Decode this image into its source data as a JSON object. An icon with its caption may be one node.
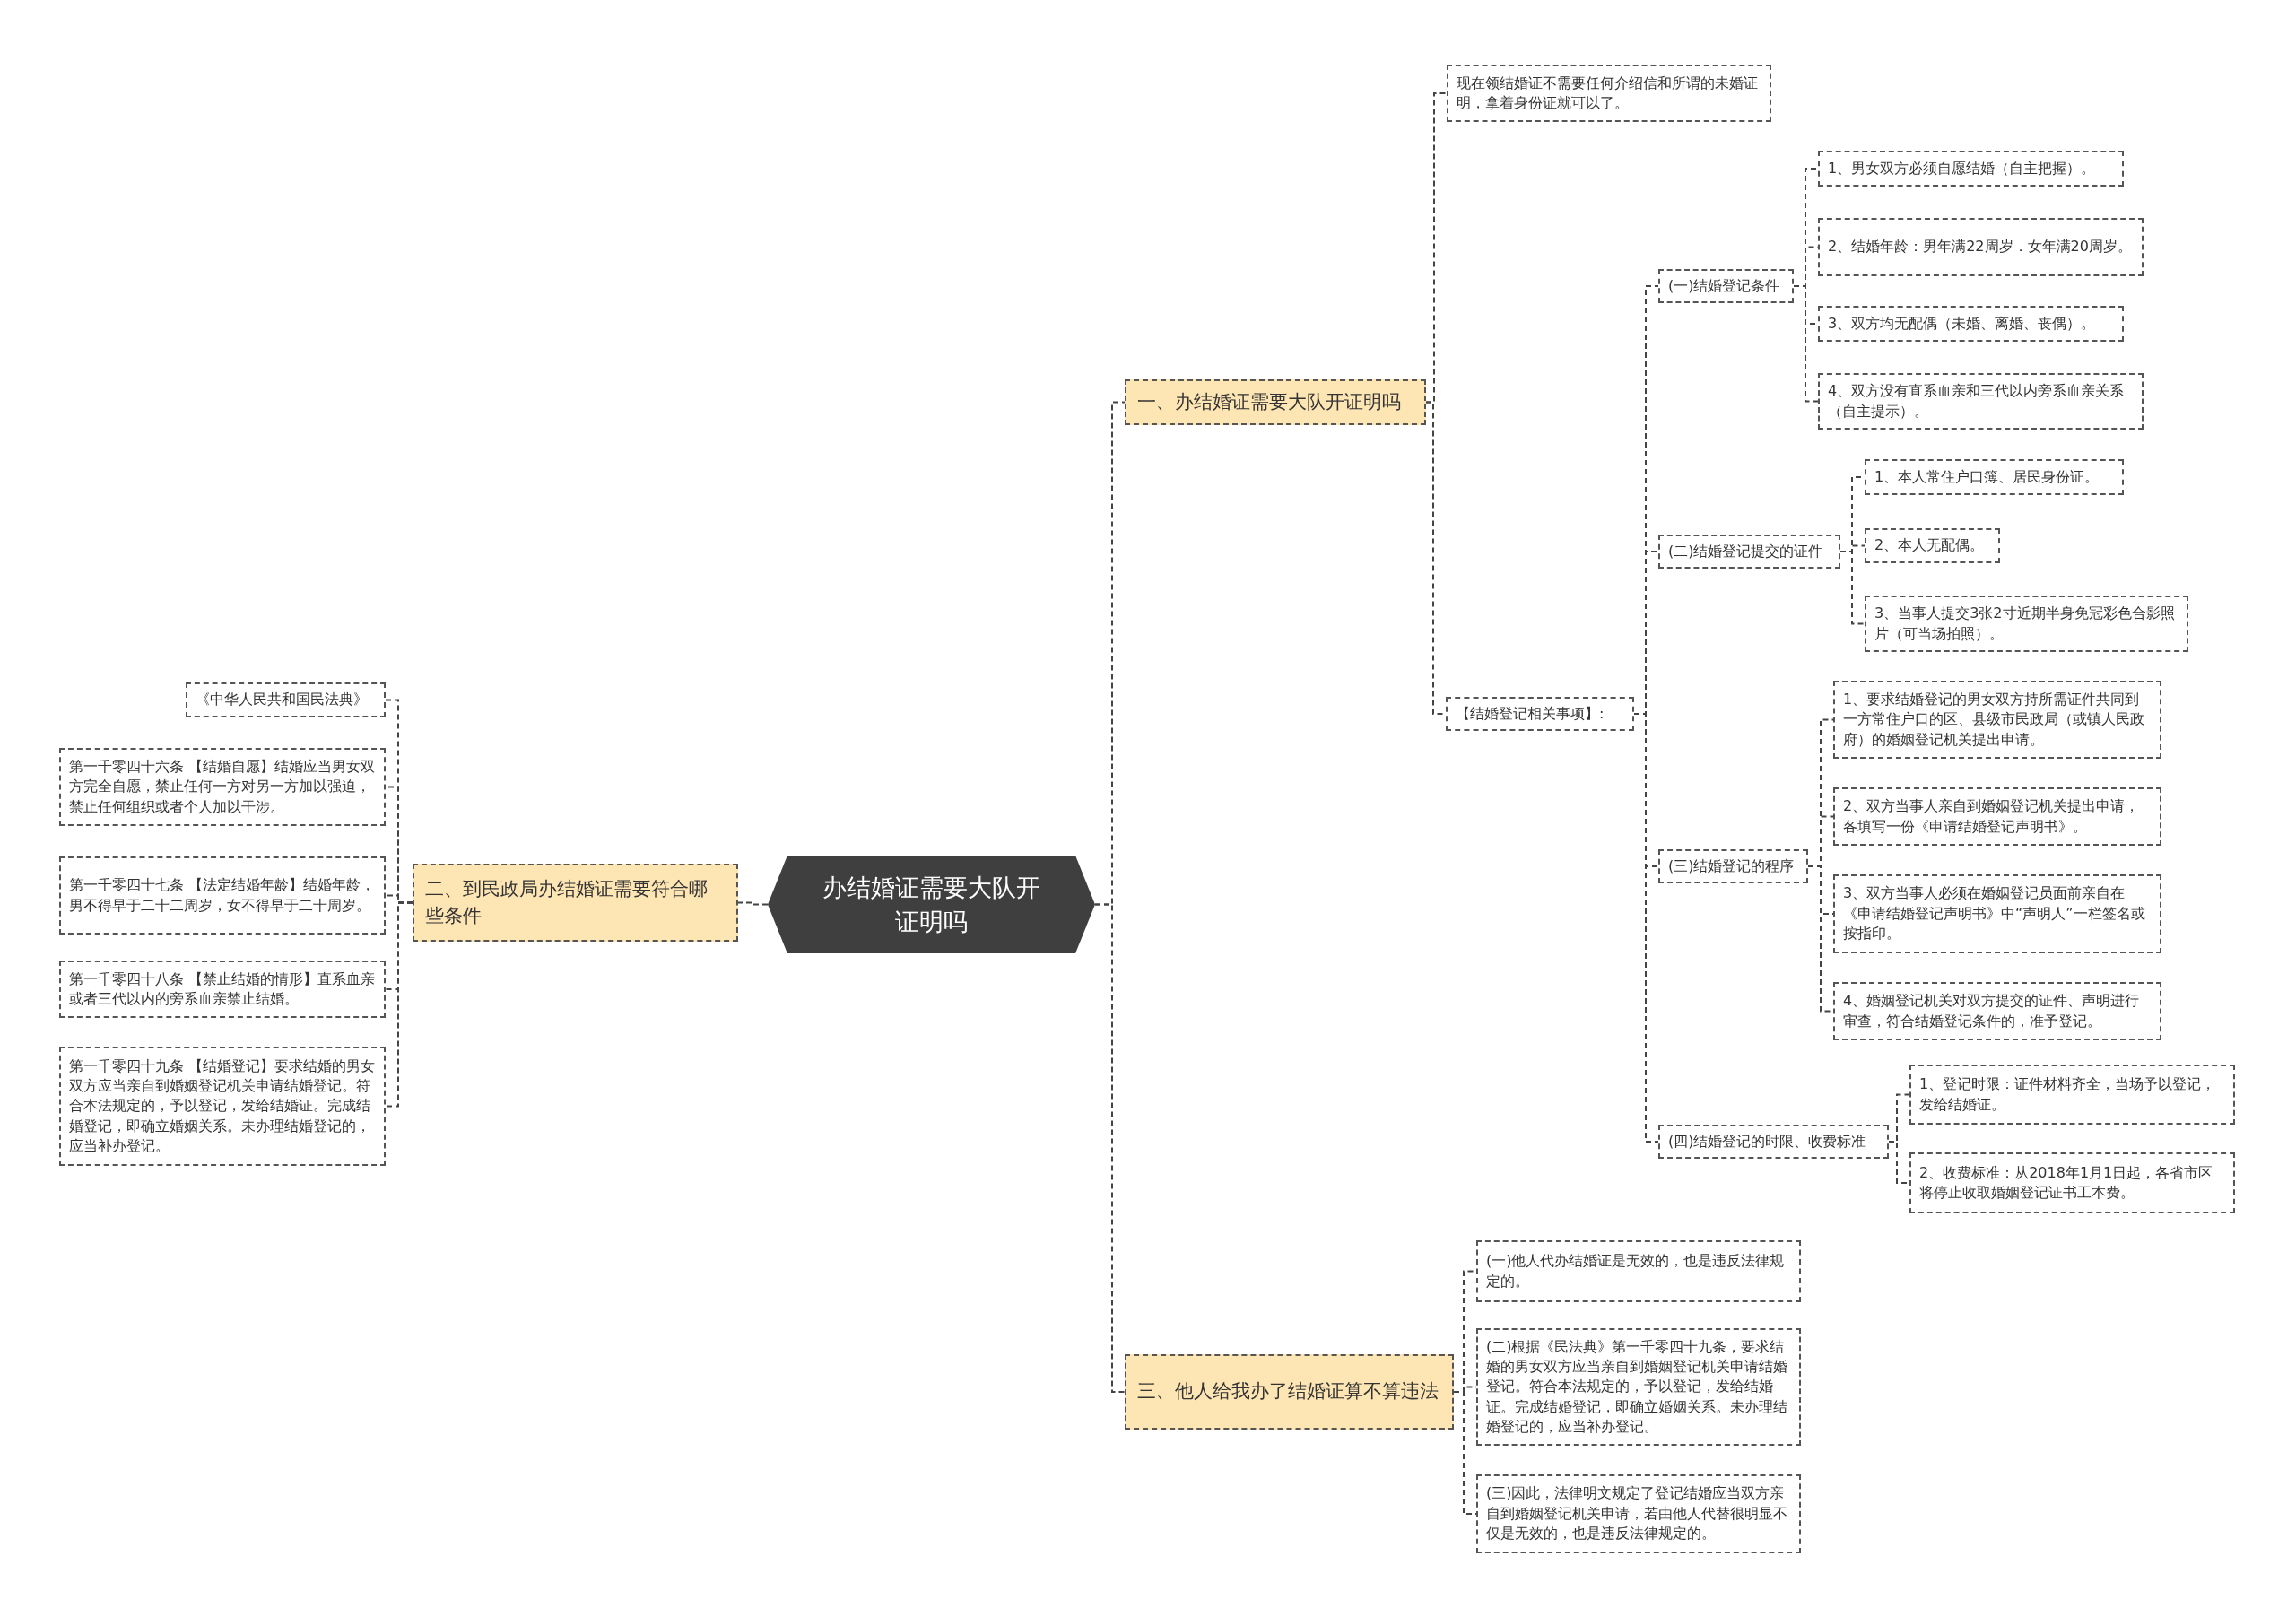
{
  "diagram": {
    "nodes": [
      {
        "text": [
          "办结婚证需要大队开证明吗"
        ]
      },
      {
        "text": [
          "一、办结婚证需要大队开证明吗"
        ]
      },
      {
        "text": [
          "现在领结婚证不需要任何介绍信和所谓的未婚证明，拿着身份证就可以了。"
        ]
      },
      {
        "text": [
          "【结婚登记相关事项】:"
        ]
      },
      {
        "text": [
          "(一)结婚登记条件"
        ]
      },
      {
        "text": [
          "1、男女双方必须自愿结婚（自主把握）。"
        ]
      },
      {
        "text": [
          "2、结婚年龄：男年满22周岁．女年满20周岁。"
        ]
      },
      {
        "text": [
          "3、双方均无配偶（未婚、离婚、丧偶）。"
        ]
      },
      {
        "text": [
          "4、双方没有直系血亲和三代以内旁系血亲关系（自主提示）。"
        ]
      },
      {
        "text": [
          "(二)结婚登记提交的证件"
        ]
      },
      {
        "text": [
          "1、本人常住户口簿、居民身份证。"
        ]
      },
      {
        "text": [
          "2、本人无配偶。"
        ]
      },
      {
        "text": [
          "3、当事人提交3张2寸近期半身免冠彩色合影照片（可当场拍照）。"
        ]
      },
      {
        "text": [
          "(三)结婚登记的程序"
        ]
      },
      {
        "text": [
          "1、要求结婚登记的男女双方持所需证件共同到一方常住户口的区、县级市民政局（或镇人民政府）的婚姻登记机关提出申请。"
        ]
      },
      {
        "text": [
          "2、双方当事人亲自到婚姻登记机关提出申请，各填写一份《申请结婚登记声明书》。"
        ]
      },
      {
        "text": [
          "3、双方当事人必须在婚姻登记员面前亲自在《申请结婚登记声明书》中“声明人”一栏签名或按指印。"
        ]
      },
      {
        "text": [
          "4、婚姻登记机关对双方提交的证件、声明进行审查，符合结婚登记条件的，准予登记。"
        ]
      },
      {
        "text": [
          "(四)结婚登记的时限、收费标准"
        ]
      },
      {
        "text": [
          "1、登记时限：证件材料齐全，当场予以登记，发给结婚证。"
        ]
      },
      {
        "text": [
          "2、收费标准：从2018年1月1日起，各省市区将停止收取婚姻登记证书工本费。"
        ]
      },
      {
        "text": [
          "二、到民政局办结婚证需要符合哪些条件"
        ]
      },
      {
        "text": [
          "《中华人民共和国民法典》"
        ]
      },
      {
        "text": [
          "第一千零四十六条 【结婚自愿】结婚应当男女双方完全自愿，禁止任何一方对另一方加以强迫，禁止任何组织或者个人加以干涉。"
        ]
      },
      {
        "text": [
          "第一千零四十七条 【法定结婚年龄】结婚年龄，男不得早于二十二周岁，女不得早于二十周岁。"
        ]
      },
      {
        "text": [
          "第一千零四十八条 【禁止结婚的情形】直系血亲或者三代以内的旁系血亲禁止结婚。"
        ]
      },
      {
        "text": [
          "第一千零四十九条 【结婚登记】要求结婚的男女双方应当亲自到婚姻登记机关申请结婚登记。符合本法规定的，予以登记，发给结婚证。完成结婚登记，即确立婚姻关系。未办理结婚登记的，应当补办登记。"
        ]
      },
      {
        "text": [
          "三、他人给我办了结婚证算不算违法"
        ]
      },
      {
        "text": [
          "(一)他人代办结婚证是无效的，也是违反法律规定的。"
        ]
      },
      {
        "text": [
          "(二)根据《民法典》第一千零四十九条，要求结婚的男女双方应当亲自到婚姻登记机关申请结婚登记。符合本法规定的，予以登记，发给结婚证。完成结婚登记，即确立婚姻关系。未办理结婚登记的，应当补办登记。"
        ]
      },
      {
        "text": [
          "(三)因此，法律明文规定了登记结婚应当双方亲自到婚姻登记机关申请，若由他人代替很明显不仅是无效的，也是违反法律规定的。"
        ]
      }
    ],
    "edges": [
      {
        "from": 0,
        "to": 1,
        "arrow": "none"
      },
      {
        "from": 0,
        "to": 21,
        "arrow": "none"
      },
      {
        "from": 0,
        "to": 27,
        "arrow": "none"
      },
      {
        "from": 1,
        "to": 2,
        "arrow": "none"
      },
      {
        "from": 1,
        "to": 3,
        "arrow": "none"
      },
      {
        "from": 3,
        "to": 4,
        "arrow": "none"
      },
      {
        "from": 3,
        "to": 9,
        "arrow": "none"
      },
      {
        "from": 3,
        "to": 13,
        "arrow": "none"
      },
      {
        "from": 3,
        "to": 18,
        "arrow": "none"
      },
      {
        "from": 4,
        "to": 5,
        "arrow": "none"
      },
      {
        "from": 4,
        "to": 6,
        "arrow": "none"
      },
      {
        "from": 4,
        "to": 7,
        "arrow": "none"
      },
      {
        "from": 4,
        "to": 8,
        "arrow": "none"
      },
      {
        "from": 9,
        "to": 10,
        "arrow": "none"
      },
      {
        "from": 9,
        "to": 11,
        "arrow": "none"
      },
      {
        "from": 9,
        "to": 12,
        "arrow": "none"
      },
      {
        "from": 13,
        "to": 14,
        "arrow": "none"
      },
      {
        "from": 13,
        "to": 15,
        "arrow": "none"
      },
      {
        "from": 13,
        "to": 16,
        "arrow": "none"
      },
      {
        "from": 13,
        "to": 17,
        "arrow": "none"
      },
      {
        "from": 18,
        "to": 19,
        "arrow": "none"
      },
      {
        "from": 18,
        "to": 20,
        "arrow": "none"
      },
      {
        "from": 21,
        "to": 22,
        "arrow": "none"
      },
      {
        "from": 21,
        "to": 23,
        "arrow": "none"
      },
      {
        "from": 21,
        "to": 24,
        "arrow": "none"
      },
      {
        "from": 21,
        "to": 25,
        "arrow": "none"
      },
      {
        "from": 21,
        "to": 26,
        "arrow": "none"
      },
      {
        "from": 27,
        "to": 28,
        "arrow": "none"
      },
      {
        "from": 27,
        "to": 29,
        "arrow": "none"
      },
      {
        "from": 27,
        "to": 30,
        "arrow": "none"
      }
    ]
  }
}
